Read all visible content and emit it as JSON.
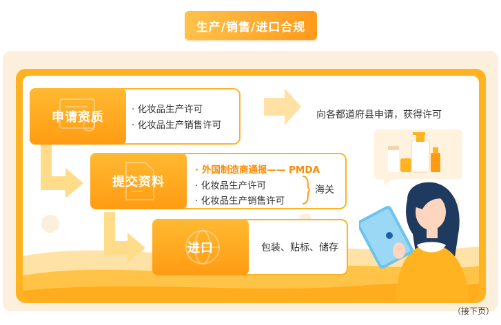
{
  "title": "生产/销售/进口合规",
  "steps": [
    {
      "label": "申请资质",
      "items": [
        "· 化妆品生产许可",
        "· 化妆品生产销售许可"
      ]
    },
    {
      "label": "提交资料",
      "items": [
        "· 外国制造商通报—— PMDA",
        "· 化妆品生产许可",
        "· 化妆品生产销售许可"
      ],
      "bracket_label": "海关"
    },
    {
      "label": "进口",
      "items": [
        "包装、贴标、储存"
      ]
    }
  ],
  "step1_note": "向各都道府县申请，获得许可",
  "footer": "（接下页）",
  "colors": {
    "accent": "#ffb321",
    "accent_dark": "#ff9c13",
    "highlight": "#ff8a00",
    "panel_bg": "#fcefdc"
  }
}
